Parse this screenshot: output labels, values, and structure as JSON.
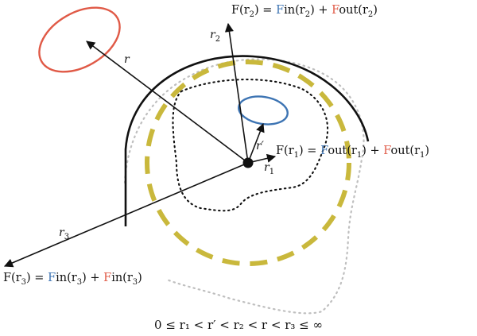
{
  "colors": {
    "ink": "#111111",
    "source_outer": "#e05a47",
    "source_inner": "#3d74b3",
    "sphere": "#c9b83c",
    "head": "#bfbfbf"
  },
  "labels": {
    "r": "r",
    "r1": "r",
    "r1_sub": "1",
    "r2": "r",
    "r2_sub": "2",
    "r3": "r",
    "r3_sub": "3",
    "rprime": "r′"
  },
  "equations": {
    "top": {
      "lhs": "F(r",
      "lhs_sub": "2",
      "lhs_close": ") = ",
      "a_F": "F",
      "a_rest": "in(r",
      "a_sub": "2",
      "a_close": ")",
      "plus": " + ",
      "b_F": "F",
      "b_rest": "out(r",
      "b_sub": "2",
      "b_close": ")"
    },
    "middle": {
      "lhs": "F(r",
      "lhs_sub": "1",
      "lhs_close": ") = ",
      "a_F": "F",
      "a_rest": "out(r",
      "a_sub": "1",
      "a_close": ")",
      "plus": " + ",
      "b_F": "F",
      "b_rest": "out(r",
      "b_sub": "1",
      "b_close": ")"
    },
    "bottom": {
      "lhs": "F(r",
      "lhs_sub": "3",
      "lhs_close": ") = ",
      "a_F": "F",
      "a_rest": "in(r",
      "a_sub": "3",
      "a_close": ")",
      "plus": " + ",
      "b_F": "F",
      "b_rest": "in(r",
      "b_sub": "3",
      "b_close": ")"
    },
    "inequality": "0 ≤ r₁ < r′ < r₂ < r < r₃ ≤ ∞"
  }
}
